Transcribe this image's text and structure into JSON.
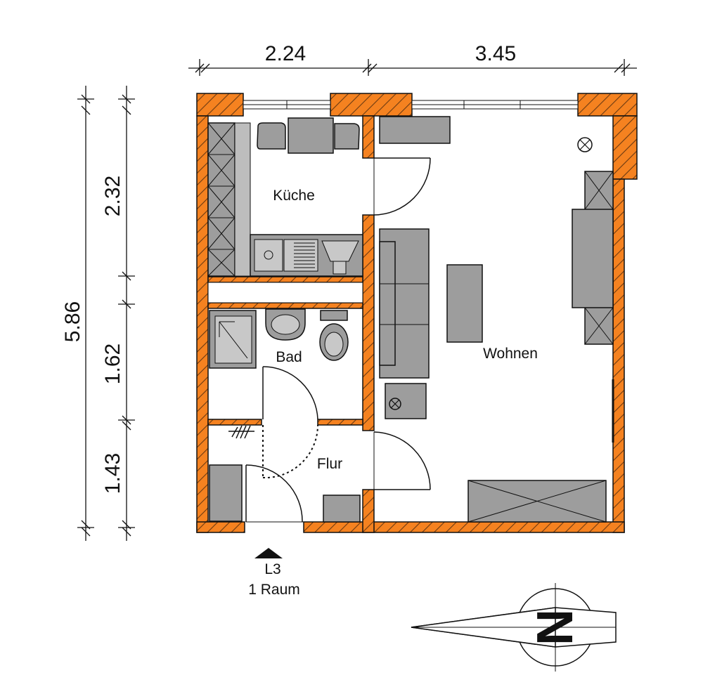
{
  "rooms": {
    "kitchen": "Küche",
    "bath": "Bad",
    "hall": "Flur",
    "living": "Wohnen"
  },
  "dimensions": {
    "top": [
      "2.24",
      "3.45"
    ],
    "left_total": "5.86",
    "left_parts": [
      "2.32",
      "1.62",
      "1.43"
    ]
  },
  "unit": {
    "code": "L3",
    "rooms": "1 Raum"
  },
  "compass": {
    "north_letter": "N"
  },
  "colors": {
    "wall": "#f58220",
    "hatch": "#6b3a12",
    "furniture": "#9d9d9d",
    "line": "#111111"
  }
}
